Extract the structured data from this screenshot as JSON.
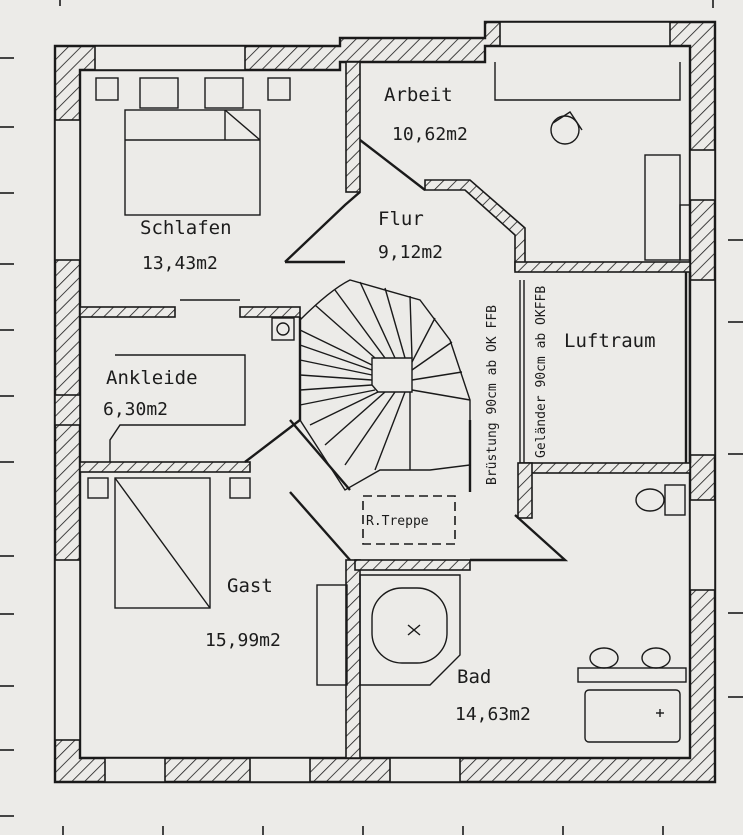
{
  "colors": {
    "paper": "#ecebe8",
    "ink": "#1a1a1a"
  },
  "rooms": {
    "schlafen": {
      "name": "Schlafen",
      "area": "13,43m2"
    },
    "arbeit": {
      "name": "Arbeit",
      "area": "10,62m2"
    },
    "flur": {
      "name": "Flur",
      "area": "9,12m2"
    },
    "ankleide": {
      "name": "Ankleide",
      "area": "6,30m2"
    },
    "luftraum": {
      "name": "Luftraum"
    },
    "gast": {
      "name": "Gast",
      "area": "15,99m2"
    },
    "bad": {
      "name": "Bad",
      "area": "14,63m2"
    }
  },
  "notes": {
    "bruestung": "Brüstung 90cm ab OK FFB",
    "gelaender": "Geländer 90cm ab OKFFB",
    "treppe": "R.Treppe"
  },
  "symbols": {
    "bed": "bed-icon",
    "chair": "office-chair-icon",
    "toilet": "toilet-icon",
    "bathtub": "bathtub-icon",
    "sink": "washbasin-icon",
    "shower": "shower-icon",
    "stairs": "spiral-staircase-icon"
  }
}
